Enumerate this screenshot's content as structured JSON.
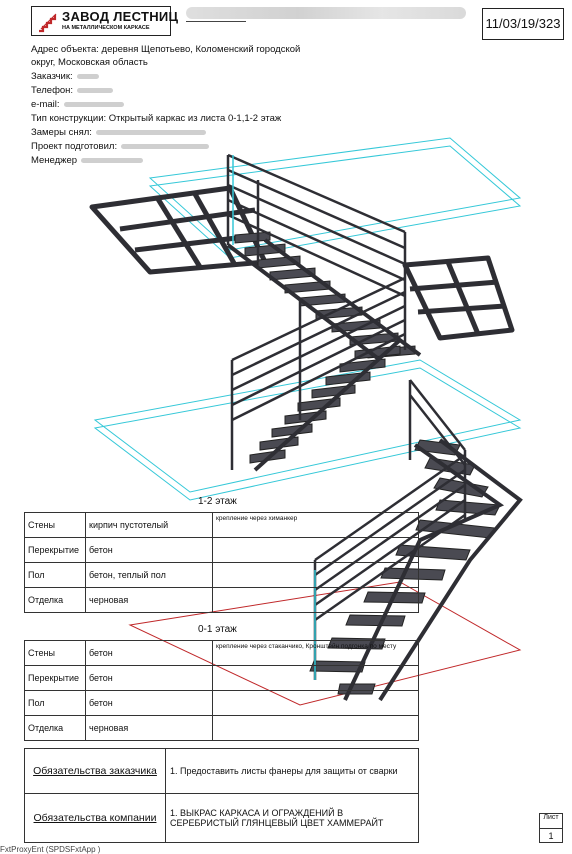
{
  "header": {
    "logo_title": "ЗАВОД ЛЕСТНИЦ",
    "logo_subtitle": "НА МЕТАЛЛИЧЕСКОМ КАРКАСЕ",
    "date_code": "11/03/19/323"
  },
  "info": {
    "address_line1": "Адрес объекта: деревня Щепотьево, Коломенский городской",
    "address_line2": "округ, Московская область",
    "customer_label": "Заказчик:",
    "phone_label": "Телефон:",
    "email_label": "e-mail:",
    "construction_type": "Тип конструкции: Открытый каркас из листа 0-1,1-2 этаж",
    "measured_label": "Замеры снял:",
    "project_label": "Проект подготовил:",
    "manager_label": "Менеджер"
  },
  "floor_12": {
    "title": "1-2 этаж",
    "rows": [
      {
        "label": "Стены",
        "value": "кирпич пустотелый",
        "note": "крепление через химанкер"
      },
      {
        "label": "Перекрытие",
        "value": "бетон",
        "note": ""
      },
      {
        "label": "Пол",
        "value": "бетон,  теплый пол",
        "note": ""
      },
      {
        "label": "Отделка",
        "value": "черновая",
        "note": ""
      }
    ]
  },
  "floor_01": {
    "title": "0-1 этаж",
    "rows": [
      {
        "label": "Стены",
        "value": "бетон",
        "note": "крепление через стаканчико, Кронштейн подгонка по месту"
      },
      {
        "label": "Перекрытие",
        "value": "бетон",
        "note": ""
      },
      {
        "label": "Пол",
        "value": "бетон",
        "note": ""
      },
      {
        "label": "Отделка",
        "value": "черновая",
        "note": ""
      }
    ]
  },
  "obligations": {
    "customer_label": "Обязательства заказчика",
    "customer_text": "1. Предоставить листы фанеры для защиты от сварки",
    "company_label": "Обязательства компании",
    "company_text": "1. ВЫКРАС КАРКАСА И ОГРАЖДЕНИЙ В СЕРЕБРИСТЫЙ ГЛЯНЦЕВЫЙ ЦВЕТ ХАММЕРАЙТ"
  },
  "sheet": {
    "label": "Лист",
    "number": "1"
  },
  "footer_text": "FxtProxyEnt (SPDSFxtApp )",
  "colors": {
    "line": "#222222",
    "cyan": "#35c8d8",
    "red": "#c0282a",
    "steel": "#3d3d44",
    "tread": "#55555c"
  }
}
